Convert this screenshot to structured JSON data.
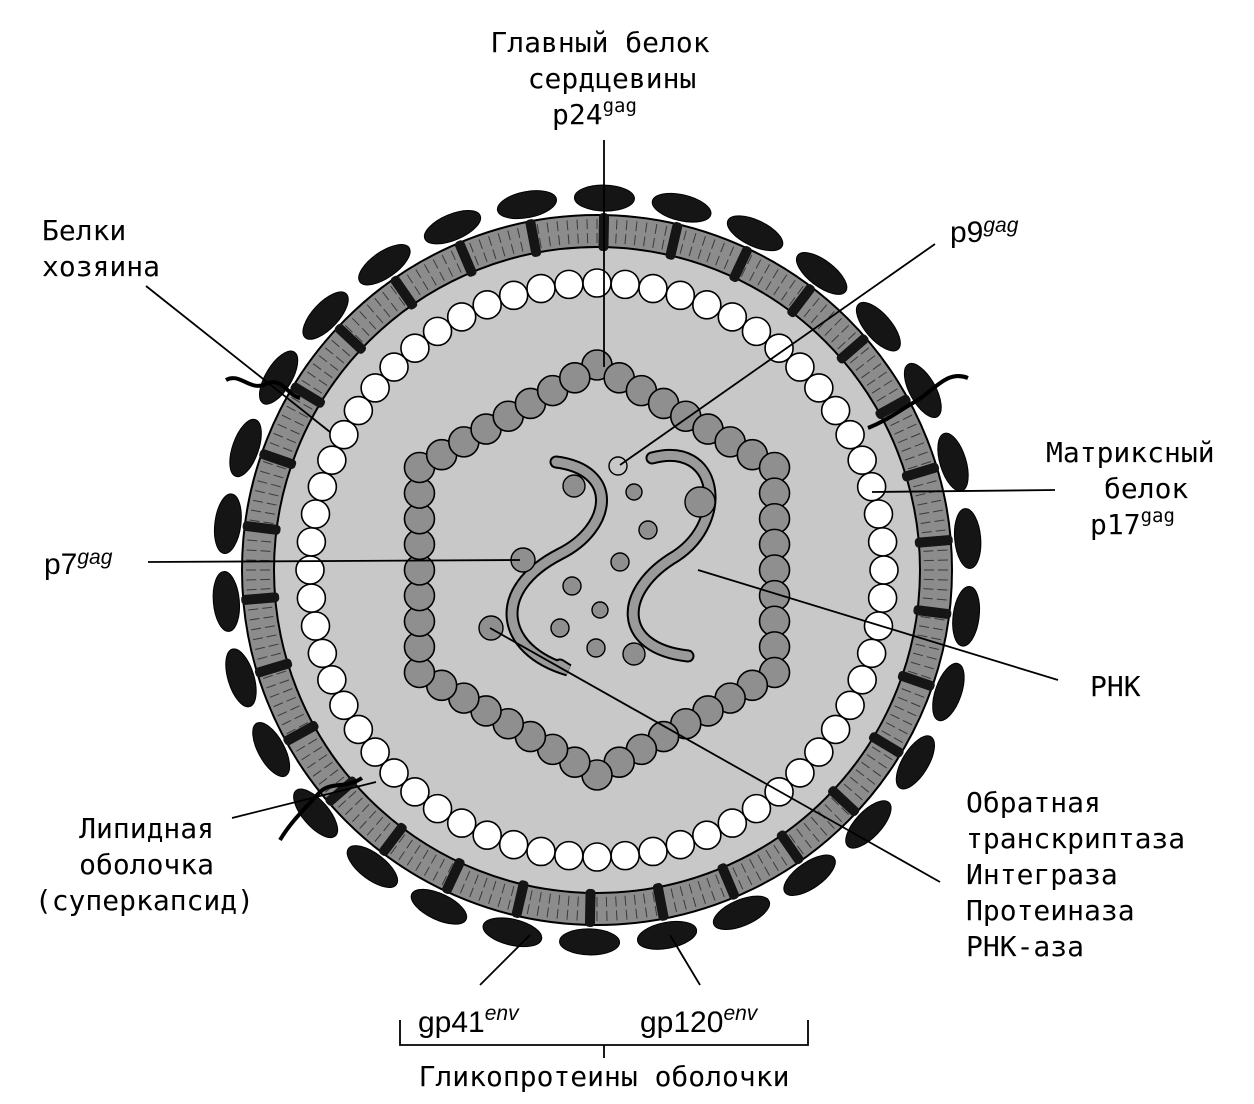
{
  "labels": {
    "core_protein": {
      "line1": "Главный белок",
      "line2": "сердцевины",
      "name": "p24",
      "sup": "gag"
    },
    "host_proteins": {
      "line1": "Белки",
      "line2": "хозяина"
    },
    "p9": {
      "name": "p9",
      "sup": "gag"
    },
    "matrix_protein": {
      "line1": "Матриксный",
      "line2": "белок",
      "name": "p17",
      "sup": "gag"
    },
    "p7": {
      "name": "p7",
      "sup": "gag"
    },
    "rna": {
      "text": "РНК"
    },
    "lipid_envelope": {
      "line1": "Липидная",
      "line2": "оболочка",
      "line3": "(суперкапсид)"
    },
    "enzymes": {
      "line1": "Обратная",
      "line2": "транскриптаза",
      "line3": "Интеграза",
      "line4": "Протеиназа",
      "line5": "РНК-аза"
    },
    "gp41": {
      "name": "gp41",
      "sup": "env"
    },
    "gp120": {
      "name": "gp120",
      "sup": "env"
    },
    "glycoproteins": {
      "text": "Гликопротеины оболочки"
    }
  },
  "colors": {
    "background": "#ffffff",
    "ink": "#000000",
    "membrane": "#8c8c8c",
    "interior": "#c8c8c8",
    "core_bead": "#8f8f8f",
    "matrix_bead": "#ffffff",
    "rna_strand": "#9a9a9a",
    "spike": "#151515"
  }
}
